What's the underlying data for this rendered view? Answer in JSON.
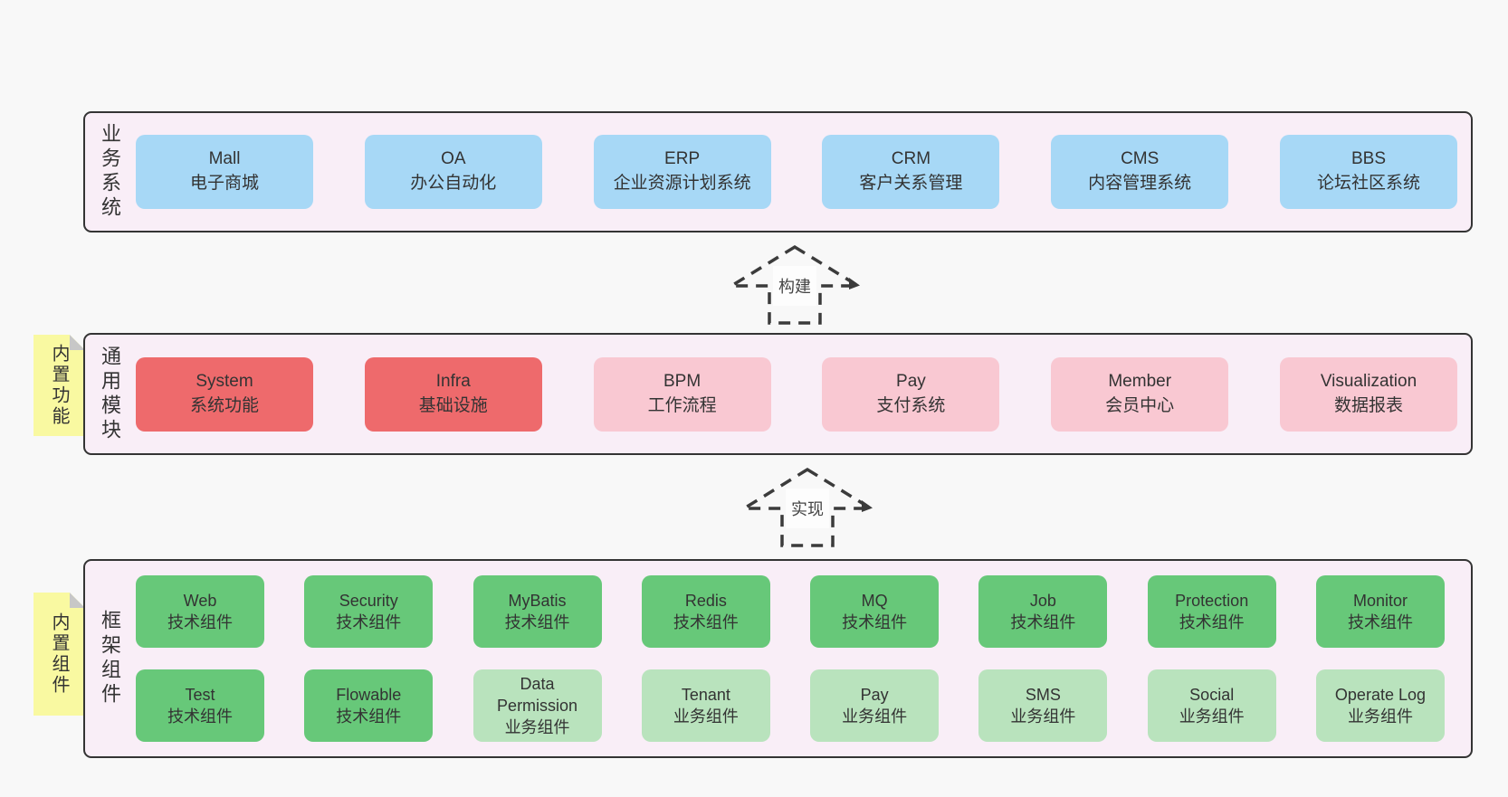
{
  "colors": {
    "page_background": "#f8f8f8",
    "band_background": "#f9eef7",
    "band_border": "#343434",
    "box_blue": "#a7d8f6",
    "box_red": "#ee6a6c",
    "box_pink": "#f9c8d2",
    "box_green": "#67c879",
    "box_green_light": "#b9e3bd",
    "note_yellow": "#f9f9a1",
    "note_fold_gray": "#c7c7c7",
    "text": "#333333",
    "arrow_stroke": "#3b3b3b"
  },
  "bands": [
    {
      "label": "业务系统",
      "boxes": [
        {
          "name": "Mall",
          "desc": "电子商城"
        },
        {
          "name": "OA",
          "desc": "办公自动化"
        },
        {
          "name": "ERP",
          "desc": "企业资源计划系统"
        },
        {
          "name": "CRM",
          "desc": "客户关系管理"
        },
        {
          "name": "CMS",
          "desc": "内容管理系统"
        },
        {
          "name": "BBS",
          "desc": "论坛社区系统"
        }
      ]
    },
    {
      "label": "通用模块",
      "note": "内置功能",
      "boxes": [
        {
          "name": "System",
          "desc": "系统功能"
        },
        {
          "name": "Infra",
          "desc": "基础设施"
        },
        {
          "name": "BPM",
          "desc": "工作流程"
        },
        {
          "name": "Pay",
          "desc": "支付系统"
        },
        {
          "name": "Member",
          "desc": "会员中心"
        },
        {
          "name": "Visualization",
          "desc": "数据报表"
        }
      ]
    },
    {
      "label": "框架组件",
      "note": "内置组件",
      "rows": [
        [
          {
            "name": "Web",
            "desc": "技术组件"
          },
          {
            "name": "Security",
            "desc": "技术组件"
          },
          {
            "name": "MyBatis",
            "desc": "技术组件"
          },
          {
            "name": "Redis",
            "desc": "技术组件"
          },
          {
            "name": "MQ",
            "desc": "技术组件"
          },
          {
            "name": "Job",
            "desc": "技术组件"
          },
          {
            "name": "Protection",
            "desc": "技术组件"
          },
          {
            "name": "Monitor",
            "desc": "技术组件"
          }
        ],
        [
          {
            "name": "Test",
            "desc": "技术组件"
          },
          {
            "name": "Flowable",
            "desc": "技术组件"
          },
          {
            "name": "Data Permission",
            "desc": "业务组件"
          },
          {
            "name": "Tenant",
            "desc": "业务组件"
          },
          {
            "name": "Pay",
            "desc": "业务组件"
          },
          {
            "name": "SMS",
            "desc": "业务组件"
          },
          {
            "name": "Social",
            "desc": "业务组件"
          },
          {
            "name": "Operate Log",
            "desc": "业务组件"
          }
        ]
      ]
    }
  ],
  "arrows": [
    {
      "label": "构建"
    },
    {
      "label": "实现"
    }
  ]
}
